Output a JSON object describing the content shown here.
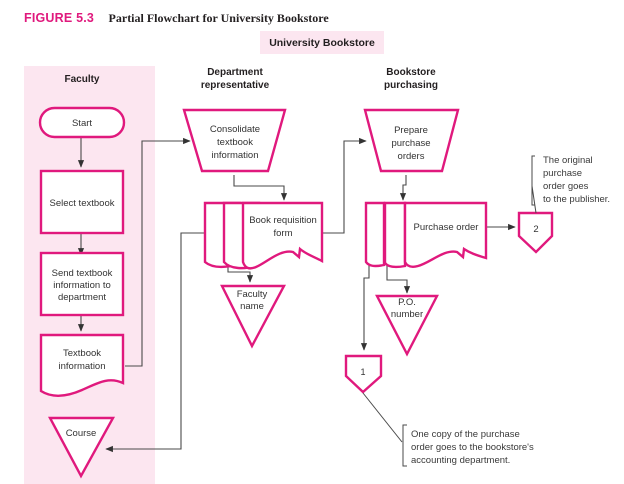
{
  "figure": {
    "number": "FIGURE 5.3",
    "title": "Partial Flowchart for University Bookstore"
  },
  "colors": {
    "accent": "#e0197d",
    "lane_fill": "#fce6f0",
    "flow_line": "#4a4a4a",
    "text": "#231f20"
  },
  "organization": "University Bookstore",
  "lanes": {
    "faculty": "Faculty",
    "department_line1": "Department",
    "department_line2": "representative",
    "purchasing_line1": "Bookstore",
    "purchasing_line2": "purchasing"
  },
  "nodes": {
    "start": "Start",
    "select_textbook": "Select textbook",
    "send_info": [
      "Send textbook",
      "information to",
      "department"
    ],
    "textbook_info": [
      "Textbook",
      "information"
    ],
    "course": "Course",
    "consolidate": [
      "Consolidate",
      "textbook",
      "information"
    ],
    "requisition": [
      "Book requisition",
      "form"
    ],
    "faculty_name": [
      "Faculty",
      "name"
    ],
    "prepare_po": [
      "Prepare",
      "purchase",
      "orders"
    ],
    "purchase_order": "Purchase order",
    "po_number": [
      "P.O.",
      "number"
    ],
    "connector_1": "1",
    "connector_2": "2"
  },
  "notes": {
    "publisher": [
      "The original",
      "purchase",
      "order goes",
      "to the publisher."
    ],
    "accounting": [
      "One copy of the purchase",
      "order goes to the bookstore's",
      "accounting department."
    ]
  }
}
